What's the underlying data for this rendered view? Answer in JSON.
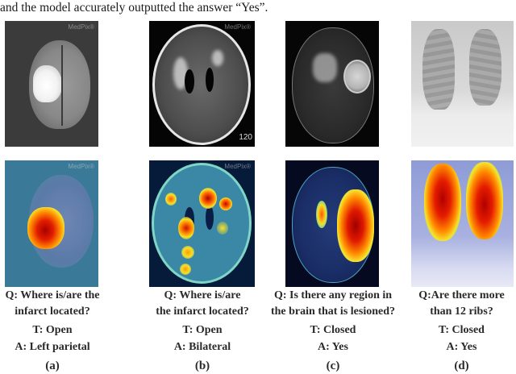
{
  "intro_text": "and the model accurately outputted the answer “Yes”.",
  "panels": [
    {
      "id": "a",
      "original": {
        "watermark": "MedPix®",
        "description": "Axial DWI brain MRI with bright left parietal infarct"
      },
      "heatmap": {
        "watermark": "MedPix®",
        "description": "Attention heatmap focused on left parietal region"
      },
      "question_lines": [
        "Q: Where is/are the",
        "infarct located?"
      ],
      "type_line": "T: Open",
      "answer_line": "A: Left parietal",
      "label": "(a)"
    },
    {
      "id": "b",
      "original": {
        "watermark": "MedPix®",
        "corner_number": "120",
        "description": "Axial FLAIR brain MRI with bilateral white matter lesions"
      },
      "heatmap": {
        "watermark": "MedPix®",
        "description": "Attention heatmap with multiple bilateral hot spots"
      },
      "question_lines": [
        "Q: Where is/are",
        "the infarct located?"
      ],
      "type_line": "T: Open",
      "answer_line": "A: Bilateral",
      "label": "(b)"
    },
    {
      "id": "c",
      "original": {
        "description": "Axial T2 brain MRI with large lesion"
      },
      "heatmap": {
        "description": "Attention heatmap focused on lesion"
      },
      "question_lines": [
        "Q: Is there any region in",
        "the brain that is lesioned?"
      ],
      "type_line": "T: Closed",
      "answer_line": "A: Yes",
      "label": "(c)"
    },
    {
      "id": "d",
      "original": {
        "description": "Frontal chest X-ray"
      },
      "heatmap": {
        "description": "Attention heatmap over both lungs"
      },
      "question_lines": [
        "Q:Are there more",
        "than 12 ribs?"
      ],
      "type_line": "T: Closed",
      "answer_line": "A: Yes",
      "label": "(d)"
    }
  ]
}
